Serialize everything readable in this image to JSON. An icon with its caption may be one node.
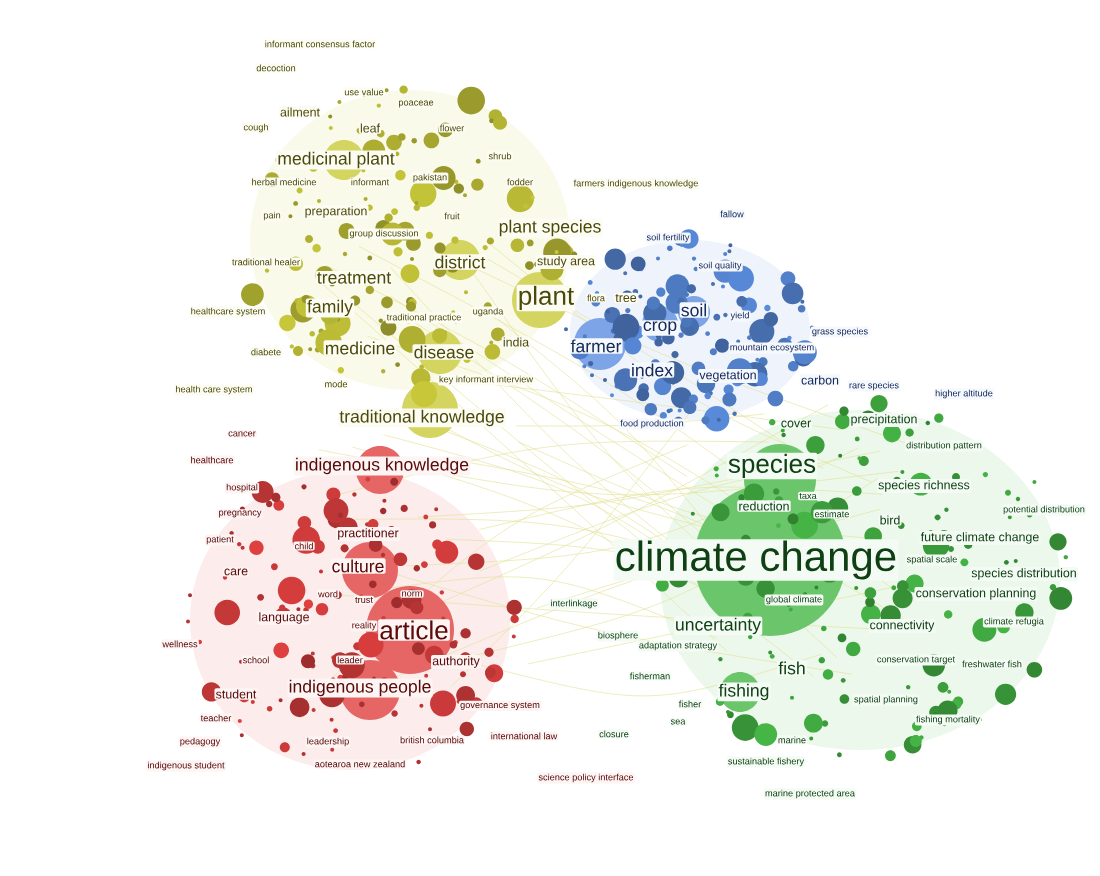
{
  "diagram": {
    "labels": [
      "informant consensus factor",
      "decoction",
      "use value",
      "poaceae",
      "ailment",
      "cough",
      "leaf",
      "flower",
      "medicinal plant",
      "shrub",
      "herbal medicine",
      "informant",
      "pakistan",
      "fodder",
      "farmers indigenous knowledge",
      "pain",
      "preparation",
      "fruit",
      "fallow",
      "group discussion",
      "plant species",
      "soil fertility",
      "traditional healer",
      "district",
      "study area",
      "soil quality",
      "treatment",
      "healthcare system",
      "family",
      "traditional practice",
      "uganda",
      "plant",
      "flora",
      "tree",
      "soil",
      "yield",
      "crop",
      "grass species",
      "diabete",
      "medicine",
      "disease",
      "india",
      "farmer",
      "mountain ecosystem",
      "health care system",
      "mode",
      "key informant interview",
      "index",
      "vegetation",
      "carbon",
      "rare species",
      "higher altitude",
      "traditional knowledge",
      "food production",
      "cover",
      "precipitation",
      "cancer",
      "distribution pattern",
      "healthcare",
      "indigenous knowledge",
      "species",
      "hospital",
      "taxa",
      "species richness",
      "pregnancy",
      "reduction",
      "estimate",
      "bird",
      "potential distribution",
      "patient",
      "child",
      "practitioner",
      "future climate change",
      "care",
      "culture",
      "climate change",
      "spatial scale",
      "species distribution",
      "word",
      "trust",
      "norm",
      "interlinkage",
      "global climate",
      "conservation planning",
      "language",
      "reality",
      "article",
      "uncertainty",
      "connectivity",
      "climate refugia",
      "wellness",
      "biosphere",
      "adaptation strategy",
      "school",
      "leader",
      "authority",
      "fish",
      "conservation target",
      "freshwater fish",
      "student",
      "indigenous people",
      "fisherman",
      "fishing",
      "governance system",
      "fisher",
      "spatial planning",
      "teacher",
      "sea",
      "fishing mortality",
      "pedagogy",
      "leadership",
      "british columbia",
      "international law",
      "closure",
      "marine",
      "indigenous student",
      "aotearoa new zealand",
      "sustainable fishery",
      "science policy interface",
      "marine protected area"
    ]
  }
}
